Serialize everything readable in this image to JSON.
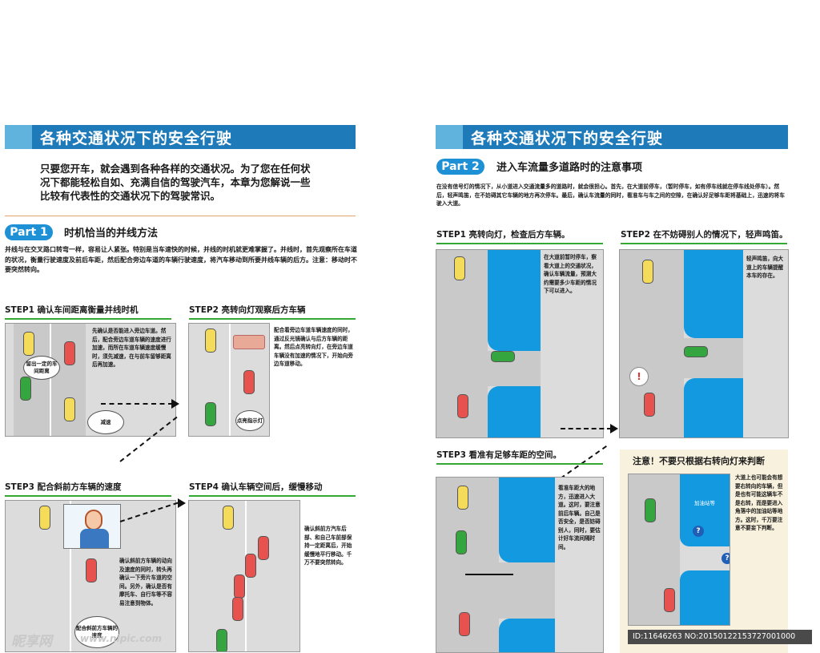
{
  "left": {
    "header": "各种交通状况下的安全行驶",
    "intro": "只要您开车，就会遇到各种各样的交通状况。为了您在任何状况下都能轻松自如、充满自信的驾驶汽车，本章为您解说一些比较有代表性的交通状况下的驾驶常识。",
    "part_label": "Part 1",
    "part_title": "时机恰当的并线方法",
    "part_desc": "并线与在交叉路口转弯一样，容易让人紧张。特别是当车速快的时候，并线的时机就更难掌握了。并线时，首先观察所在车道的状况，衡量行驶速度及前后车距，然后配合旁边车道的车辆行驶速度，将汽车移动到所要并线车辆的后方。注意：移动时不要突然转向。",
    "steps": [
      {
        "label": "STEP1  确认车间距离衡量并线时机",
        "note": "先确认是否能进入旁边车道。然后，配合旁边车道车辆的速度进行加速，而所在车道车辆速度缓慢时，须先减速，在与前车留够距离后再加速。",
        "bubbles": [
          "留出一定的车间距离",
          "减速"
        ]
      },
      {
        "label": "STEP2  亮转向灯观察后方车辆",
        "note": "配合着旁边车道车辆速度的同时，通过反光镜确认与后方车辆的距离。然后点亮转向灯，在旁边车道车辆没有加速的情况下，开始向旁边车道移动。",
        "bubbles": [
          "点亮指示灯"
        ]
      },
      {
        "label": "STEP3  配合斜前方车辆的速度",
        "note": "确认斜前方车辆的动向及速度的同时，转头再确认一下旁片车道的空间。另外，确认是否有摩托车、自行车等不容易注意到物体。",
        "bubbles": [
          "配合斜前方车辆的速度"
        ]
      },
      {
        "label": "STEP4  确认车辆空间后，缓慢移动",
        "note": "确认斜前方汽车后部、和自己车前部保持一定距离后，开始缓慢地平行移动。千万不要突然转向。",
        "bubbles": []
      }
    ]
  },
  "right": {
    "header": "各种交通状况下的安全行驶",
    "part_label": "Part 2",
    "part_title": "进入车流量多道路时的注意事项",
    "part_desc": "在没有信号灯的情况下，从小道进入交通流量多的道路时，就会很担心。首先，在大道前停车，（暂时停车，如有停车线就在停车线处停车）。然后，轻声鸣笛，在不妨碍其它车辆的地方再次停车。最后，确认车流量的同时，看准车与车之间的空隙，在确认好足够车距将基础上，迅速的将车驶入大道。",
    "steps": [
      {
        "label": "STEP1  亮转向灯，检查后方车辆。",
        "note": "在大道前暂时停车，察看大道上的交通状况，确认车辆流量，预测大约需要多少车距的情况下可以进入。"
      },
      {
        "label": "STEP2  在不妨碍别人的情况下，轻声鸣笛。",
        "note": "轻声鸣笛，向大道上的车辆提醒本车的存在。"
      },
      {
        "label": "STEP3  看准有足够车距的空间。",
        "note": "看准车距大的地方，迅速进入大道。这时，要注意前后车辆。自己是否安全，是否妨碍别人，同时，要估计好车流间隔时间。"
      },
      {
        "label": "注意！不要只根据右转向灯来判断",
        "note": "大道上也可能会有想要右转向的车辆，但是也有可能这辆车不是右转，而是要进入角落中的加油站等地方。这时，千万要注意不要妄下判断。",
        "sign": "加油站等"
      }
    ]
  },
  "watermark": {
    "logo": "昵享网",
    "url": "www.nipic.com",
    "id": "ID:11646263 NO:20150122153727001000"
  },
  "colors": {
    "header": "#1e7ab8",
    "accent": "#5fb3dd",
    "pill": "#1e90d6",
    "water": "#1399e0",
    "step_line": "#33a833"
  }
}
